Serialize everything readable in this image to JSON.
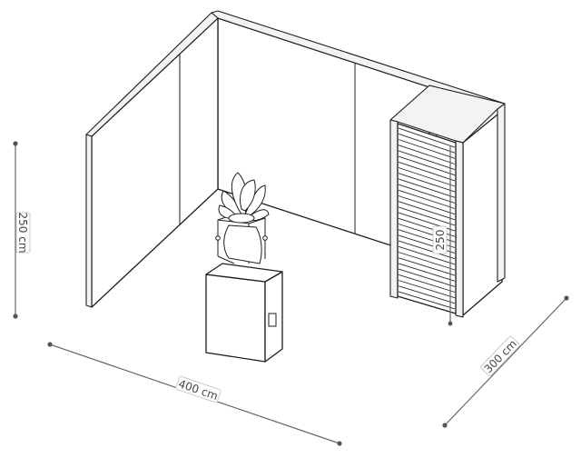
{
  "dimensions": {
    "height": "250 cm",
    "width": "400 cm",
    "depth": "300 cm",
    "door_height": "250"
  }
}
